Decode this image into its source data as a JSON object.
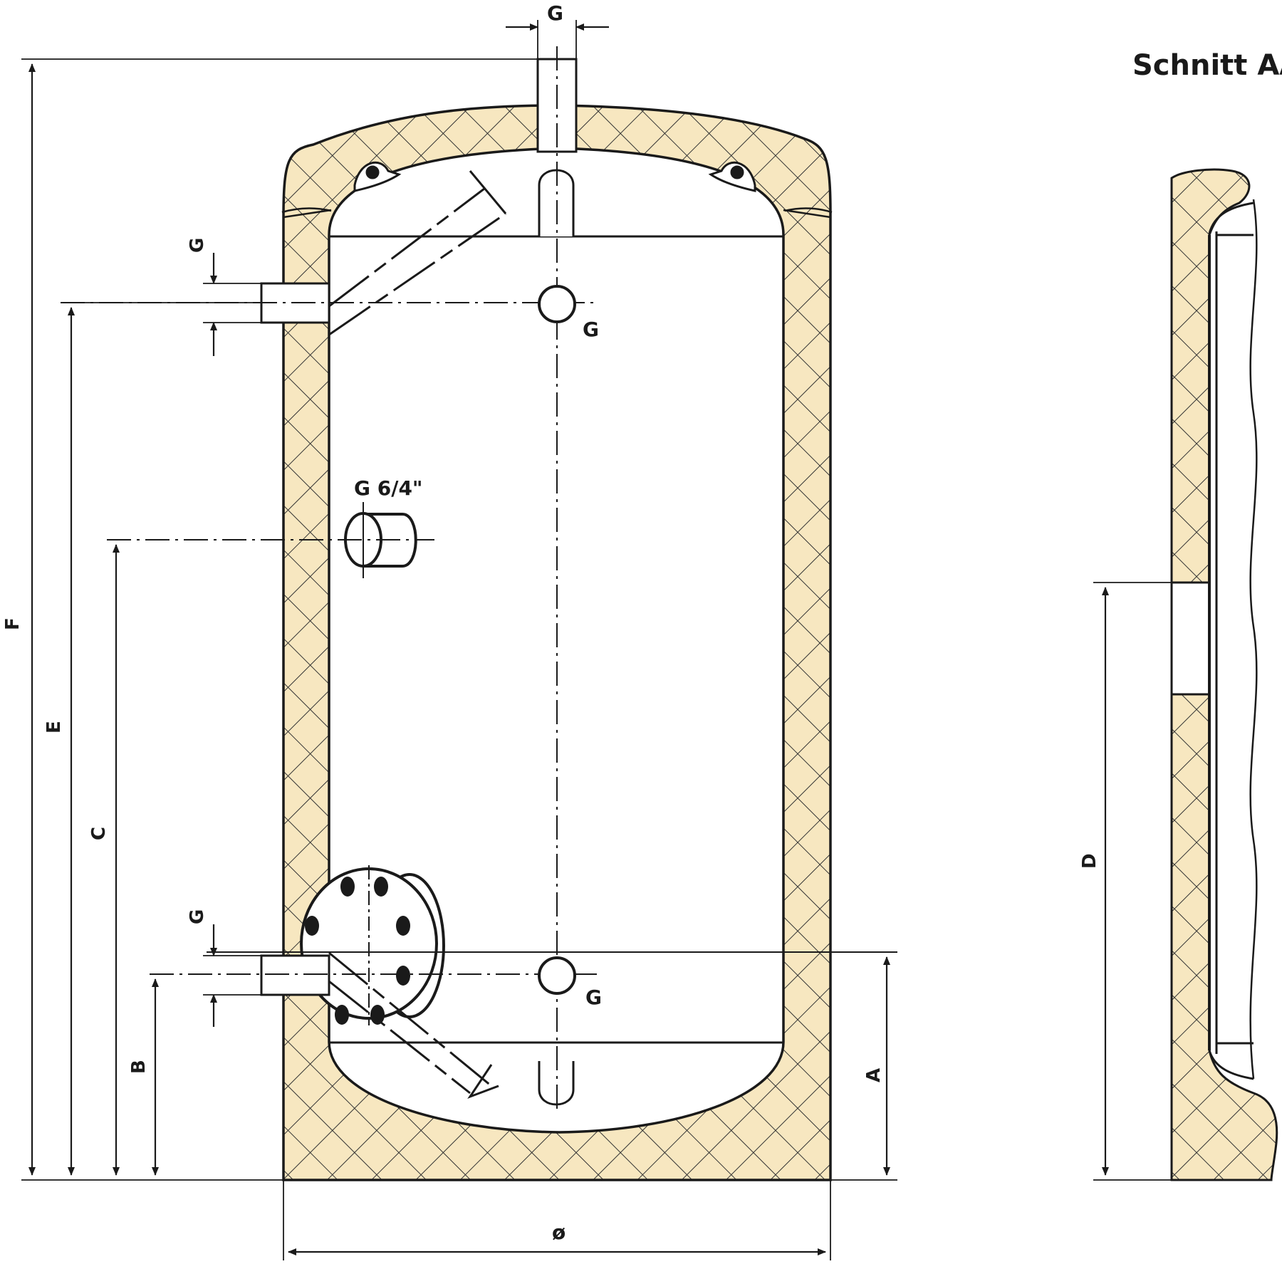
{
  "title": "Schnitt AA",
  "dimensions": {
    "overall_height": "F",
    "upper_connection": "E",
    "sensor_sleeve": "C",
    "lower_connection": "B",
    "flange_height": "A",
    "diameter": "ø",
    "section_height": "D"
  },
  "connections": {
    "thread_top": "G",
    "thread_left_upper": "G",
    "thread_inner_upper": "G",
    "thread_left_lower": "G",
    "thread_inner_lower": "G",
    "sleeve": "G 6/4\""
  },
  "colors": {
    "insulation": "#f7e7c0",
    "line": "#1a1a1a",
    "background": "#ffffff"
  }
}
